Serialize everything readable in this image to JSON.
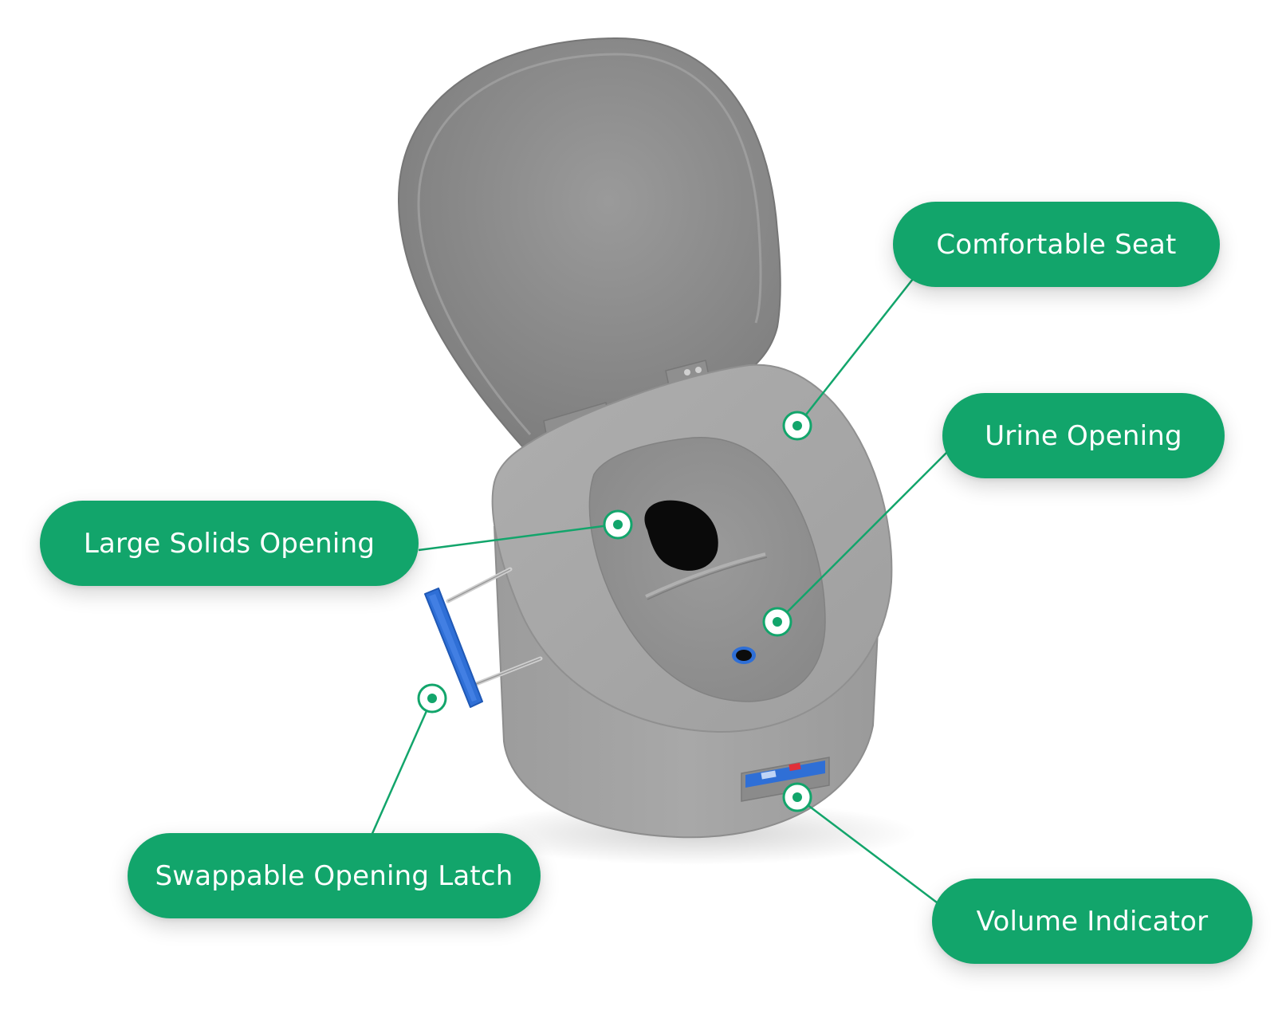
{
  "colors": {
    "accent": "#12a56b",
    "body_gray": "#a3a3a3",
    "lid_gray": "#8c8c8c",
    "opening_black": "#0a0a0a",
    "latch_blue": "#2f6fd6",
    "indicator_red": "#e0303a"
  },
  "labels": {
    "comfortable_seat": "Comfortable Seat",
    "urine_opening": "Urine Opening",
    "large_solids_opening": "Large Solids Opening",
    "swappable_opening_latch": "Swappable Opening Latch",
    "volume_indicator": "Volume Indicator"
  }
}
